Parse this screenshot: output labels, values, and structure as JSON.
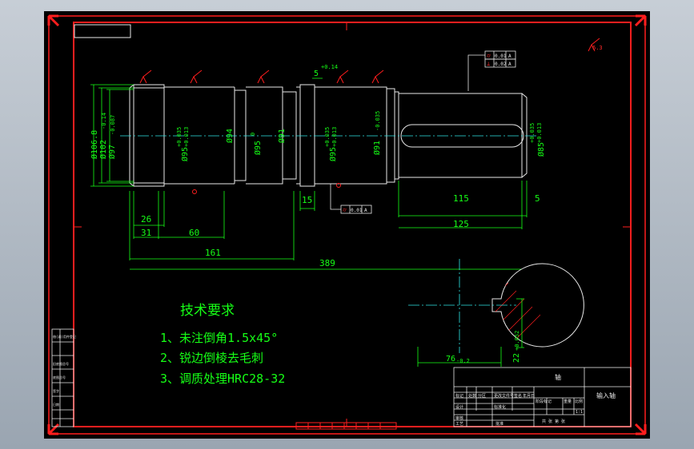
{
  "colors": {
    "sheet_background": "#000000",
    "frame": "#ff1e1e",
    "outline": "#e8e8e8",
    "dimension": "#16ff16",
    "centerline": "#2ee6e6",
    "hatch": "#ff1e1e"
  },
  "roughness_note": "6.3",
  "main_view": {
    "diameters": {
      "d106": "Ø106.8",
      "d102": "Ø102",
      "d102_tol": "-0.14",
      "d97": "Ø97",
      "d97_tol": "-0.087",
      "d95a": "Ø95",
      "d95a_tol_up": "+0.035",
      "d95a_tol_lo": "+0.013",
      "d94": "Ø94",
      "d95b": "Ø95",
      "d95b_tol": "0",
      "d91": "Ø91",
      "d95c": "Ø95",
      "d95c_tol_up": "+0.035",
      "d95c_tol_lo": "+0.013",
      "d91b": "Ø91",
      "d91b_tol": "-0.035",
      "d85": "Ø85",
      "d85_tol_up": "+0.035",
      "d85_tol_lo": "+0.013"
    },
    "lengths": {
      "l26": "26",
      "l31": "31",
      "l60": "60",
      "l161": "161",
      "l389": "389",
      "l15": "15",
      "l115": "115",
      "l125": "125",
      "l5": "5",
      "l5b": "5",
      "l5b_tol": "+0.14"
    },
    "tolerance_frames": {
      "top": [
        "⌭",
        "0.01",
        "A"
      ],
      "top2": [
        "⊥",
        "0.02",
        "A"
      ],
      "bottom": [
        "⌭",
        "0.01",
        "A"
      ]
    }
  },
  "section_view": {
    "width_dim": "76",
    "width_tol": "-0.2",
    "key_dim": "22",
    "key_tol": "+0.052"
  },
  "tech_requirements": {
    "title": "技术要求",
    "items": [
      "1、未注倒角1.5x45°",
      "2、锐边倒棱去毛刺",
      "3、调质处理HRC28-32"
    ]
  },
  "side_stamps": [
    "借(通)用件登记",
    "旧底图总号",
    "底图总号",
    "签字",
    "日期"
  ],
  "title_block": {
    "part_name": "轴",
    "company": "输入轴",
    "row_labels": [
      "标记",
      "处数",
      "分区",
      "更改文件号",
      "签名",
      "年月日"
    ],
    "design": "设计",
    "standard": "标准化",
    "stage": "阶段标记",
    "weight": "重量",
    "scale": "比例",
    "scale_value": "1:1",
    "review": "审核",
    "process": "工艺",
    "approve": "批准",
    "sheets": "共  张 第  张"
  }
}
